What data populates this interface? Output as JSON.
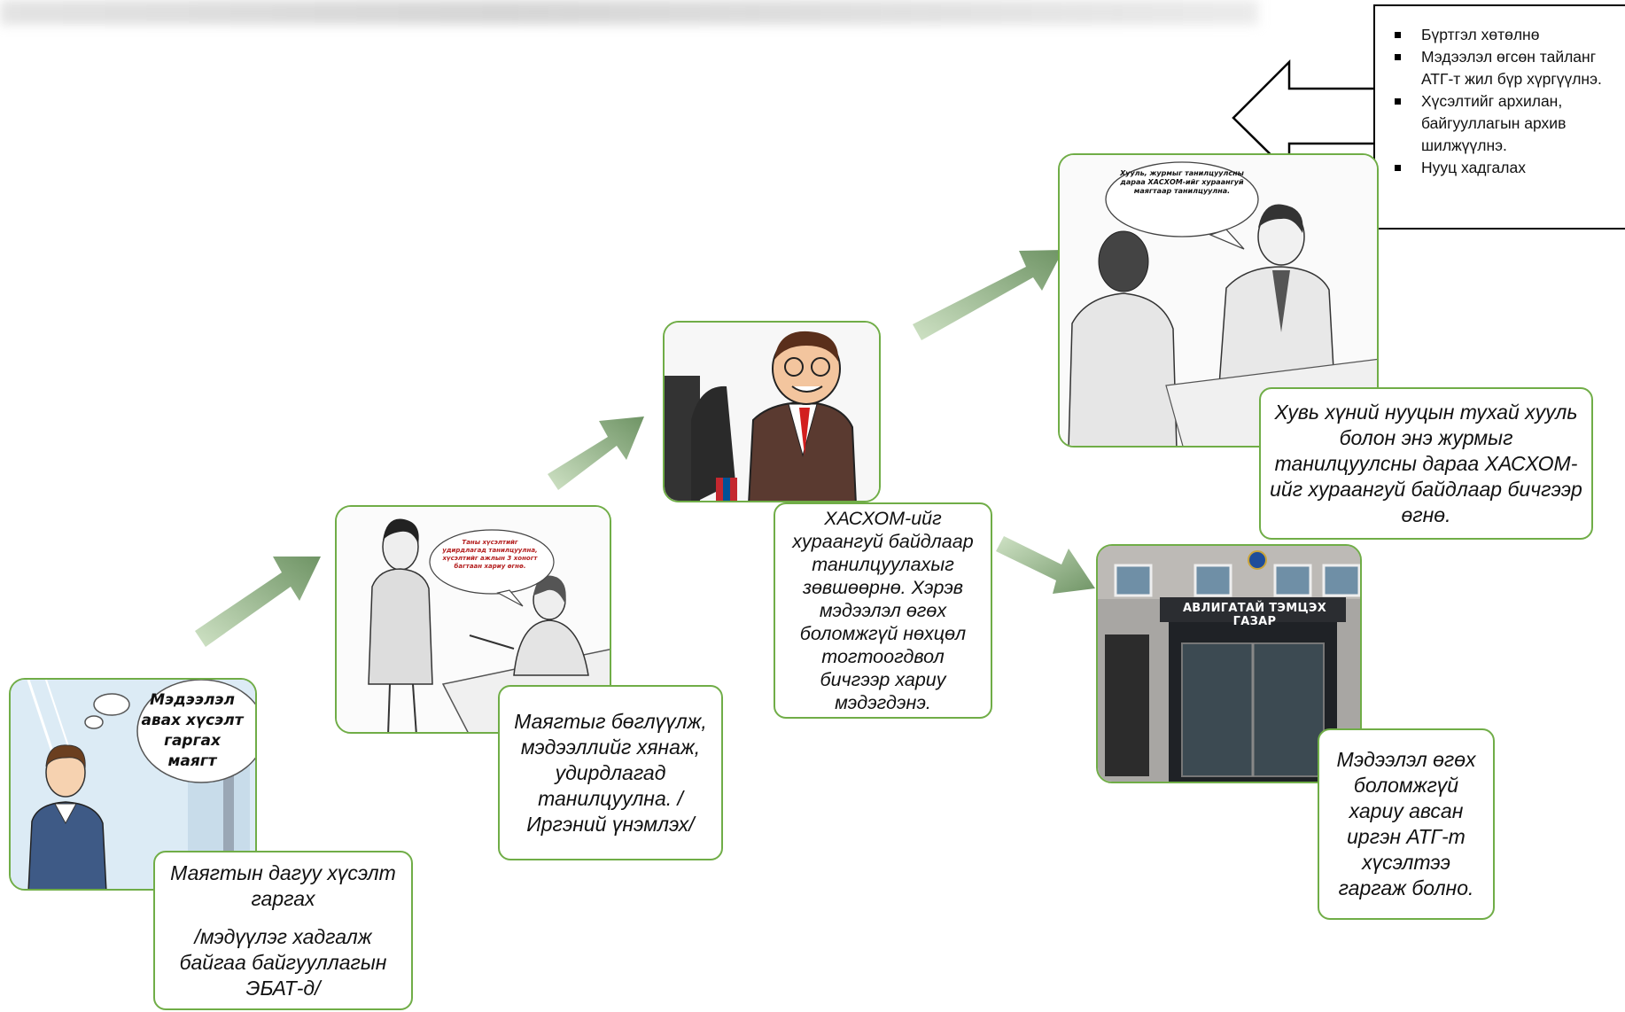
{
  "steps": {
    "step1": {
      "bubble": "Мэдээлэл авах хүсэлт гаргах маягт",
      "caption_line1": "Маягтын дагуу хүсэлт гаргах",
      "caption_line2": "/мэдүүлэг хадгалж байгаа байгууллагын ЭБАТ-д/"
    },
    "step2": {
      "bubble": "Таны хүсэлтийг удирдлагад танилцуулна, хүсэлтийг ажлын 3 хоногт багтаан хариу өгнө.",
      "caption": "Маягтыг бөглүүлж, мэдээллийг хянаж, удирдлагад танилцуулна. /Иргэний үнэмлэх/"
    },
    "step3": {
      "caption": "ХАСХОМ-ийг хураангуй байдлаар танилцуулахыг зөвшөөрнө. Хэрэв мэдээлэл өгөх боломжгүй нөхцөл тогтоогдвол бичгээр хариу мэдэгдэнэ."
    },
    "step4": {
      "bubble": "Хууль, журмыг танилцуулсны дараа ХАСХОМ-ийг хураангуй маягтаар танилцуулна.",
      "caption": "Хувь хүний нууцын тухай хууль болон энэ журмыг танилцуулсны дараа ХАСХОМ-ийг хураангуй байдлаар бичгээр өгнө."
    },
    "step5": {
      "building_sign": "АВЛИГАТАЙ ТЭМЦЭХ ГАЗАР",
      "caption": "Мэдээлэл өгөх боломжгүй хариу авсан иргэн АТГ-т хүсэлтээ гаргаж болно."
    }
  },
  "notes": {
    "items": [
      "Бүртгэл хөтөлнө",
      "Мэдээлэл өгсөн тайланг АТГ-т жил бүр хүргүүлнэ.",
      "Хүсэлтийг архилан, байгууллагын архив шилжүүлнэ.",
      "Нууц хадгалах"
    ]
  },
  "colors": {
    "panel_border": "#70ad47",
    "arrow_light": "#b7d3a8",
    "arrow_dark": "#6f9465"
  }
}
